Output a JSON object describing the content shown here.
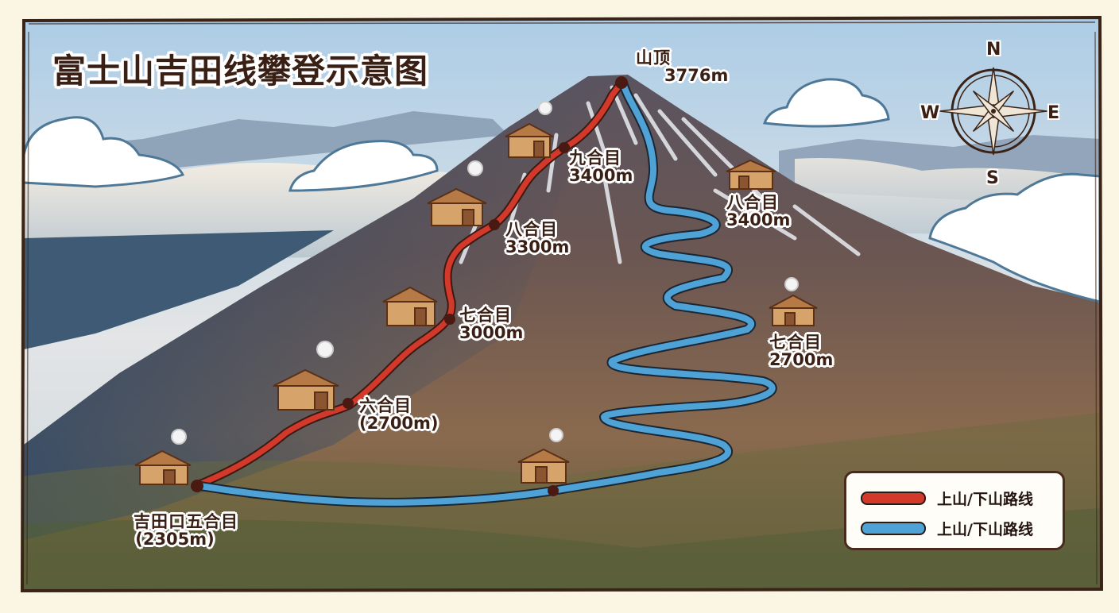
{
  "title": "富士山吉田线攀登示意图",
  "summit": {
    "name": "山顶",
    "elevation": "3776m"
  },
  "ascent_stations": [
    {
      "name": "九合目",
      "elevation": "3400m"
    },
    {
      "name": "八合目",
      "elevation": "3300m"
    },
    {
      "name": "七合目",
      "elevation": "3000m"
    },
    {
      "name": "六合目",
      "elevation": "(2700m)"
    },
    {
      "name": "吉田口五合目",
      "elevation": "(2305m)"
    }
  ],
  "descent_stations": [
    {
      "name": "八合目",
      "elevation": "3400m"
    },
    {
      "name": "七合目",
      "elevation": "2700m"
    }
  ],
  "compass": {
    "north": "N",
    "south": "S",
    "east": "E",
    "west": "W"
  },
  "legend": {
    "items": [
      {
        "label": "上山/下山路线",
        "color": "#d2392b"
      },
      {
        "label": "上山/下山路线",
        "color": "#4fa2d6"
      }
    ]
  },
  "colors": {
    "ascent_route": "#d2392b",
    "descent_route": "#4fa2d6",
    "frame": "#3a2418",
    "label_text": "#3a1f14",
    "paper": "#fbf5e4"
  }
}
